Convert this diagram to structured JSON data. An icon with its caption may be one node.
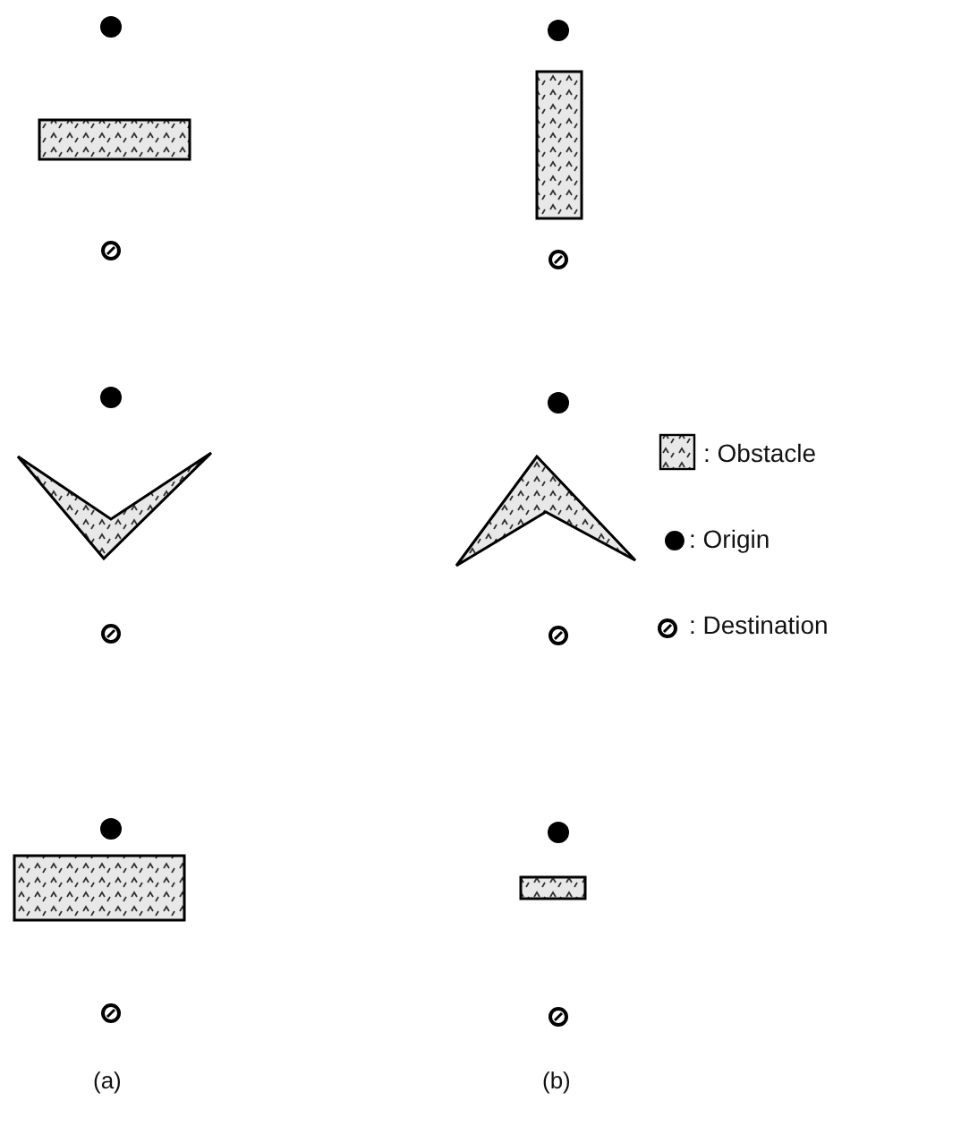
{
  "diagram": {
    "labels": [
      "(a)",
      "(b)"
    ],
    "legend": [
      {
        "text": ": Obstacle"
      },
      {
        "text": ": Origin"
      },
      {
        "text": ": Destination"
      }
    ]
  }
}
